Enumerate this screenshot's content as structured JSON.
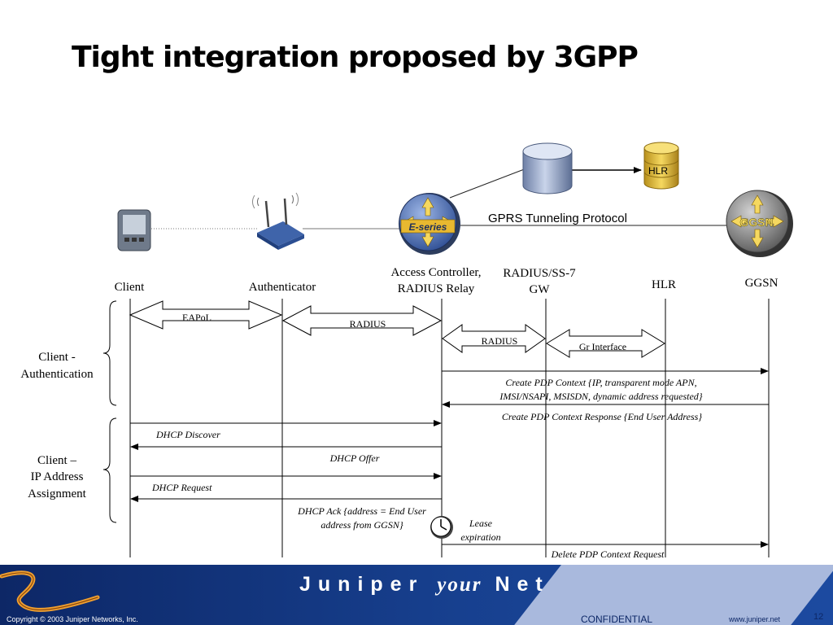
{
  "title": "Tight integration proposed by 3GPP",
  "topology": {
    "hlr_db_label": "HLR",
    "eseries_label": "E-series",
    "ggsn_router_label": "GGSN",
    "gtp_label": "GPRS Tunneling Protocol"
  },
  "lanes": {
    "client": "Client",
    "authenticator": "Authenticator",
    "access_controller_line1": "Access Controller,",
    "access_controller_line2": "RADIUS Relay",
    "radius_gw_line1": "RADIUS/SS-7",
    "radius_gw_line2": "GW",
    "hlr": "HLR",
    "ggsn": "GGSN"
  },
  "phases": {
    "auth_line1": "Client -",
    "auth_line2": "Authentication",
    "ip_line1": "Client –",
    "ip_line2": "IP Address",
    "ip_line3": "Assignment"
  },
  "exchanges": {
    "eapol": "EAPoL",
    "radius1": "RADIUS",
    "radius2": "RADIUS",
    "gr_interface": "Gr Interface"
  },
  "messages": {
    "create_pdp_line1": "Create PDP Context {IP, transparent mode APN,",
    "create_pdp_line2": "IMSI/NSAPI, MSISDN, dynamic address requested}",
    "create_pdp_response": "Create PDP Context Response {End User Address}",
    "dhcp_discover": "DHCP Discover",
    "dhcp_offer": "DHCP Offer",
    "dhcp_request": "DHCP Request",
    "dhcp_ack_line1": "DHCP Ack {address = End User",
    "dhcp_ack_line2": "address from GGSN}",
    "lease_line1": "Lease",
    "lease_line2": "expiration",
    "delete_pdp": "Delete PDP Context Request"
  },
  "footer": {
    "brand_juniper": "Juniper",
    "brand_your": "your",
    "brand_net": "Net",
    "copyright": "Copyright © 2003 Juniper Networks, Inc.",
    "confidential": "CONFIDENTIAL",
    "website": "www.juniper.net",
    "page_number": "12"
  },
  "colors": {
    "footer_dark": "#0d2766",
    "footer_light": "#a9b9dd",
    "swoosh": "#f0a030",
    "hlr_gold": "#e8c030",
    "router_blue": "#4f74b8",
    "router_gray": "#8a8a8a"
  }
}
